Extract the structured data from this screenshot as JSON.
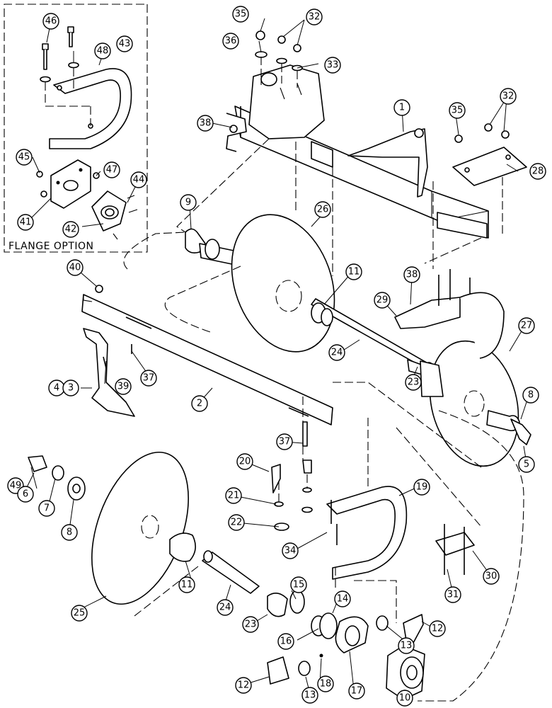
{
  "inset": {
    "label": "FLANGE OPTION"
  },
  "callouts": [
    {
      "id": "c46",
      "num": "46"
    },
    {
      "id": "c48",
      "num": "48"
    },
    {
      "id": "c43",
      "num": "43"
    },
    {
      "id": "c45",
      "num": "45"
    },
    {
      "id": "c47",
      "num": "47"
    },
    {
      "id": "c44",
      "num": "44"
    },
    {
      "id": "c41",
      "num": "41"
    },
    {
      "id": "c42",
      "num": "42"
    },
    {
      "id": "c35a",
      "num": "35"
    },
    {
      "id": "c32a",
      "num": "32"
    },
    {
      "id": "c36",
      "num": "36"
    },
    {
      "id": "c33",
      "num": "33"
    },
    {
      "id": "c38a",
      "num": "38"
    },
    {
      "id": "c1",
      "num": "1"
    },
    {
      "id": "c35b",
      "num": "35"
    },
    {
      "id": "c32b",
      "num": "32"
    },
    {
      "id": "c28",
      "num": "28"
    },
    {
      "id": "c9",
      "num": "9"
    },
    {
      "id": "c26",
      "num": "26"
    },
    {
      "id": "c40",
      "num": "40"
    },
    {
      "id": "c11a",
      "num": "11"
    },
    {
      "id": "c38b",
      "num": "38"
    },
    {
      "id": "c29",
      "num": "29"
    },
    {
      "id": "c27",
      "num": "27"
    },
    {
      "id": "c24a",
      "num": "24"
    },
    {
      "id": "c37a",
      "num": "37"
    },
    {
      "id": "c39",
      "num": "39"
    },
    {
      "id": "c4",
      "num": "4"
    },
    {
      "id": "c3",
      "num": "3"
    },
    {
      "id": "c2",
      "num": "2"
    },
    {
      "id": "c23a",
      "num": "23"
    },
    {
      "id": "c8a",
      "num": "8"
    },
    {
      "id": "c5",
      "num": "5"
    },
    {
      "id": "c37b",
      "num": "37"
    },
    {
      "id": "c20",
      "num": "20"
    },
    {
      "id": "c49",
      "num": "49"
    },
    {
      "id": "c6",
      "num": "6"
    },
    {
      "id": "c7",
      "num": "7"
    },
    {
      "id": "c8b",
      "num": "8"
    },
    {
      "id": "c21",
      "num": "21"
    },
    {
      "id": "c19",
      "num": "19"
    },
    {
      "id": "c22",
      "num": "22"
    },
    {
      "id": "c34",
      "num": "34"
    },
    {
      "id": "c11b",
      "num": "11"
    },
    {
      "id": "c30",
      "num": "30"
    },
    {
      "id": "c31",
      "num": "31"
    },
    {
      "id": "c25",
      "num": "25"
    },
    {
      "id": "c24b",
      "num": "24"
    },
    {
      "id": "c15",
      "num": "15"
    },
    {
      "id": "c14",
      "num": "14"
    },
    {
      "id": "c23b",
      "num": "23"
    },
    {
      "id": "c16",
      "num": "16"
    },
    {
      "id": "c12a",
      "num": "12"
    },
    {
      "id": "c13a",
      "num": "13"
    },
    {
      "id": "c12b",
      "num": "12"
    },
    {
      "id": "c13b",
      "num": "13"
    },
    {
      "id": "c18",
      "num": "18"
    },
    {
      "id": "c17",
      "num": "17"
    },
    {
      "id": "c10",
      "num": "10"
    }
  ]
}
